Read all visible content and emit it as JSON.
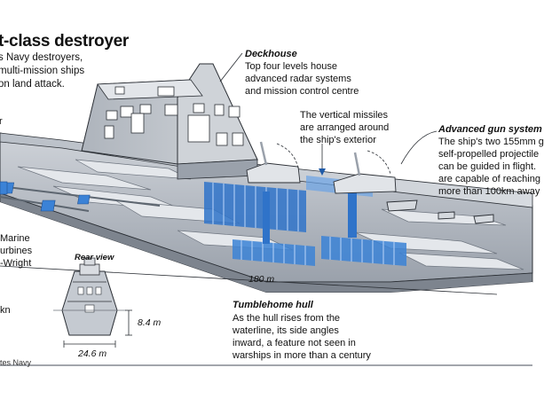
{
  "title": "t-class destroyer",
  "intro": [
    "s Navy destroyers,",
    "multi-mission ships",
    "on land attack."
  ],
  "deckhouse": {
    "heading": "Deckhouse",
    "lines": [
      "Top four levels house",
      "advanced radar systems",
      "and mission control centre"
    ]
  },
  "missiles": {
    "lines": [
      "The vertical missiles",
      "are arranged around",
      "the ship's exterior"
    ]
  },
  "gun": {
    "heading": "Advanced gun system",
    "lines": [
      "The ship's two 155mm g",
      "self-propelled projectile",
      "can be guided in flight.",
      "are capable of reaching",
      "more than 100km away"
    ]
  },
  "propulsion": {
    "label_fragment": "r",
    "lines": [
      "Marine",
      "urbines",
      "-Wright"
    ]
  },
  "speed_fragment": "kn",
  "length_label": "180 m",
  "rear_view": {
    "heading": "Rear view",
    "height_label": "8.4 m",
    "width_label": "24.6 m"
  },
  "hull": {
    "heading": "Tumblehome hull",
    "lines": [
      "As the hull rises from the",
      "waterline, its side angles",
      "inward, a feature not seen in",
      "warships in more than a century"
    ]
  },
  "source_fragment": "tes Navy",
  "colors": {
    "hull": "#c3c8cf",
    "hull_dark": "#8e959f",
    "deck": "#d6dadf",
    "missile_blue": "#2f73c9",
    "missile_blue_light": "#6aa3e6",
    "outline": "#2b2f35"
  }
}
